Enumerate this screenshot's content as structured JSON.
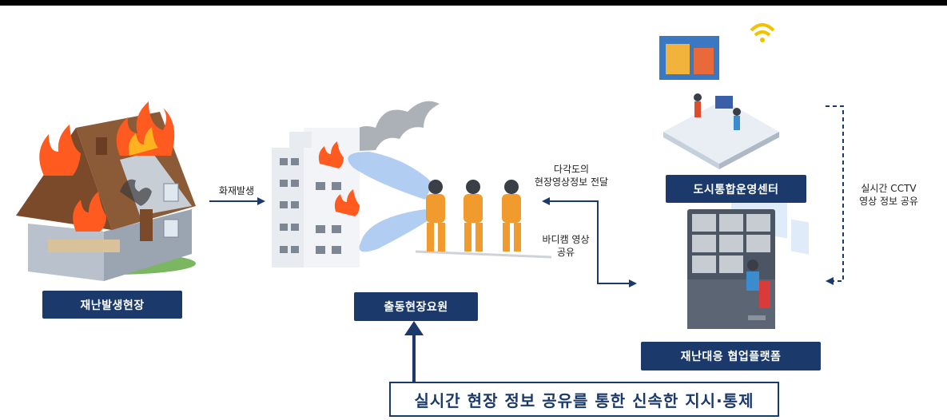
{
  "nodes": {
    "disaster_site": "재난발생현장",
    "field_responders": "출동현장요원",
    "city_center": "도시통합운영센터",
    "platform": "재난대응 협업플랫폼"
  },
  "edges": {
    "fire_occurrence": "화재발생",
    "multi_angle_line1": "다각도의",
    "multi_angle_line2": "현장영상정보 전달",
    "bodycam_line1": "바디캠 영상",
    "bodycam_line2": "공유",
    "cctv_line1": "실시간 CCTV",
    "cctv_line2": "영상 정보 공유"
  },
  "banner": "실시간 현장 정보 공유를 통한 신속한 지시·통제",
  "colors": {
    "navy": "#1b3a6b",
    "arrow": "#1b3a6b",
    "fire": "#ff5a1f"
  }
}
